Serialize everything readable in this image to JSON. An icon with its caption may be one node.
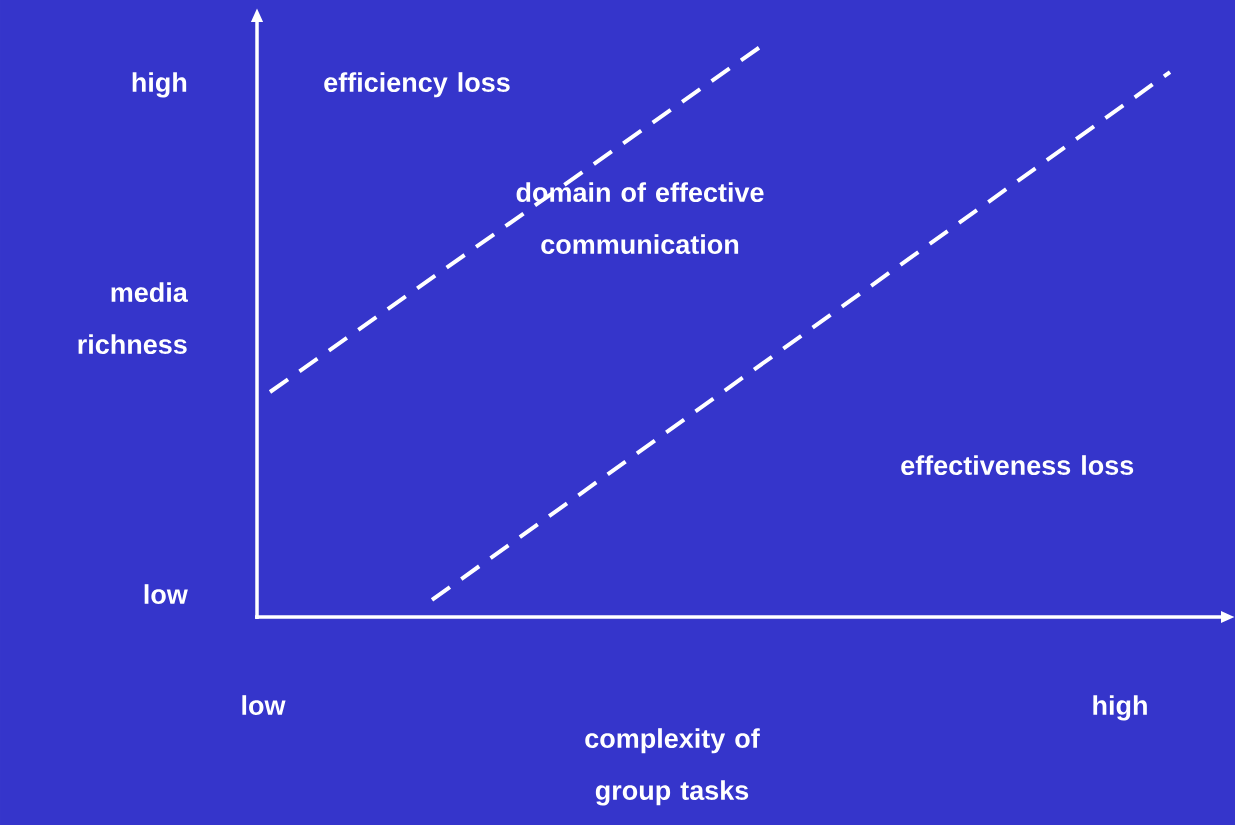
{
  "diagram": {
    "labels": [
      "high",
      "efficiency loss",
      "domain of effective communication",
      "media richness",
      "effectiveness loss",
      "low",
      "low",
      "high",
      "complexity of group tasks"
    ]
  }
}
